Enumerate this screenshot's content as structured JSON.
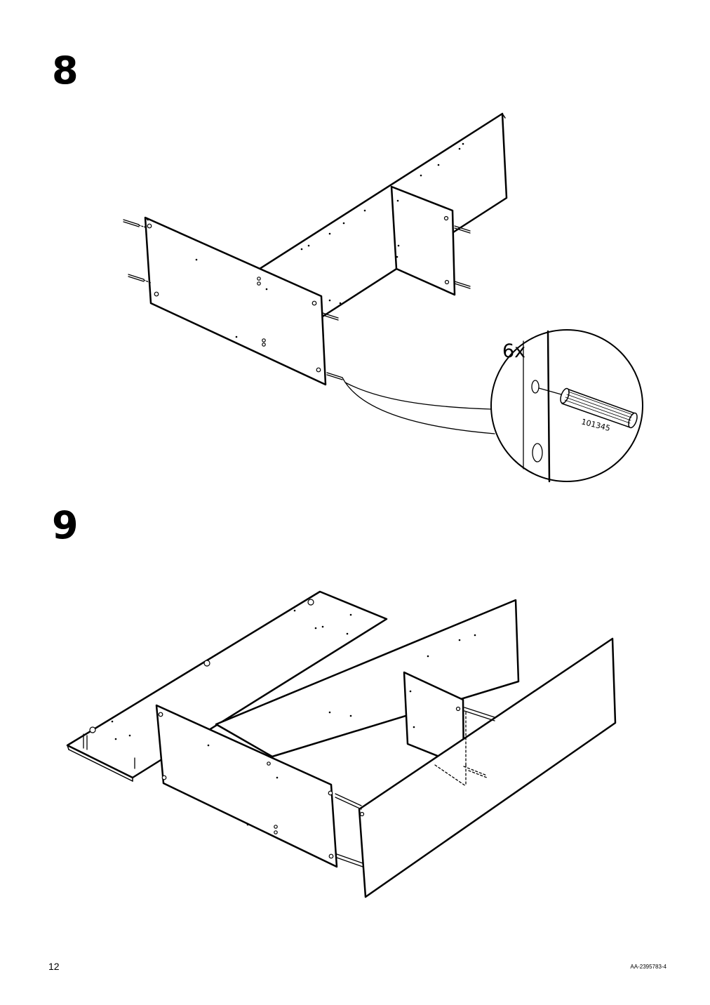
{
  "steps": [
    {
      "number": "8"
    },
    {
      "number": "9"
    }
  ],
  "callout": {
    "quantity": "6x",
    "part_number": "101345",
    "icon": "wooden-dowel-icon"
  },
  "footer": {
    "page_number": "12",
    "doc_code": "AA-2395783-4"
  }
}
